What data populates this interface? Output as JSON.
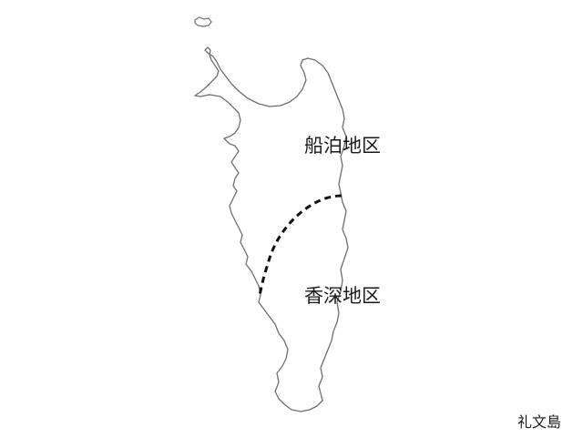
{
  "map": {
    "regions": [
      {
        "id": "funadomari",
        "label": "船泊地区"
      },
      {
        "id": "kafuka",
        "label": "香深地区"
      }
    ],
    "island_name": "礼文島",
    "colors": {
      "background": "#ffffff",
      "coastline": "#6e6e6e",
      "boundary": "#111111",
      "text": "#1a1a1a"
    }
  }
}
